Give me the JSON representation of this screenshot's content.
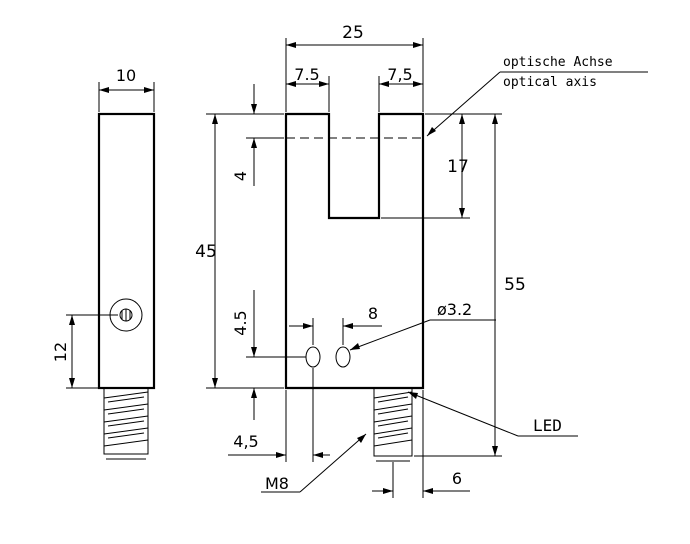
{
  "dimensions": {
    "slot_width": "25",
    "arm_left": "7.5",
    "arm_right": "7,5",
    "side_width": "10",
    "total_height": "55",
    "body_height": "45",
    "slot_depth": "17",
    "axis_offset": "4",
    "led_offset_v": "4.5",
    "led_offset_h": "4,5",
    "hole_spacing": "8",
    "hole_diameter": "ø3.2",
    "screw_height": "12",
    "thread_offset": "6"
  },
  "labels": {
    "axis_de": "optische Achse",
    "axis_en": "optical axis",
    "led": "LED",
    "thread": "M8"
  }
}
